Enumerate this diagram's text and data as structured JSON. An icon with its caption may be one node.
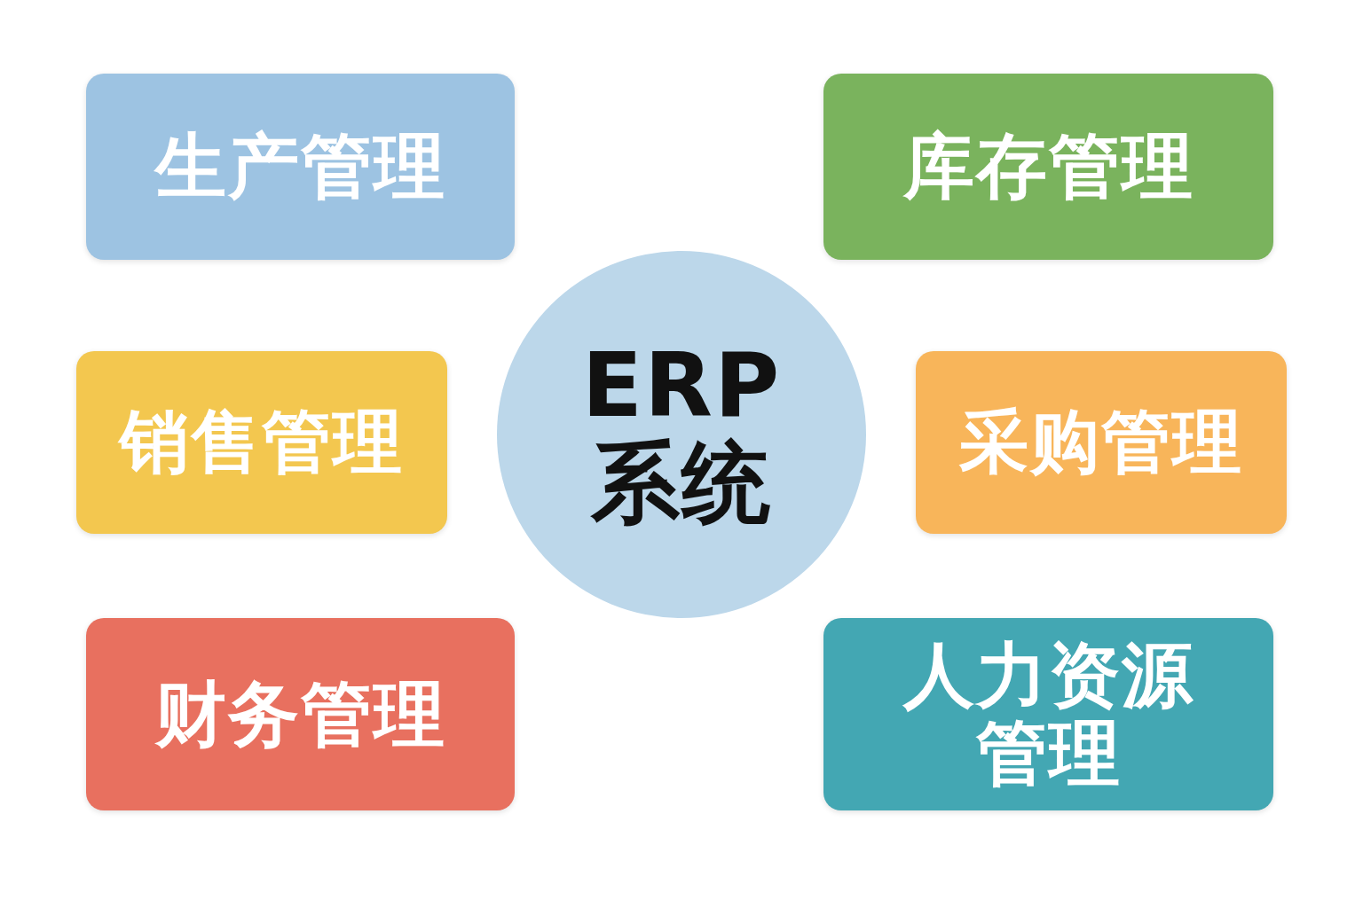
{
  "diagram": {
    "nodes": [
      {
        "text": [
          "生产管理"
        ]
      },
      {
        "text": [
          "库存管理"
        ]
      },
      {
        "text": [
          "销售管理"
        ]
      },
      {
        "text": [
          "ERP系统"
        ]
      },
      {
        "text": [
          "采购管理"
        ]
      },
      {
        "text": [
          "财务管理"
        ]
      },
      {
        "text": [
          "人力资源管理"
        ]
      }
    ]
  }
}
